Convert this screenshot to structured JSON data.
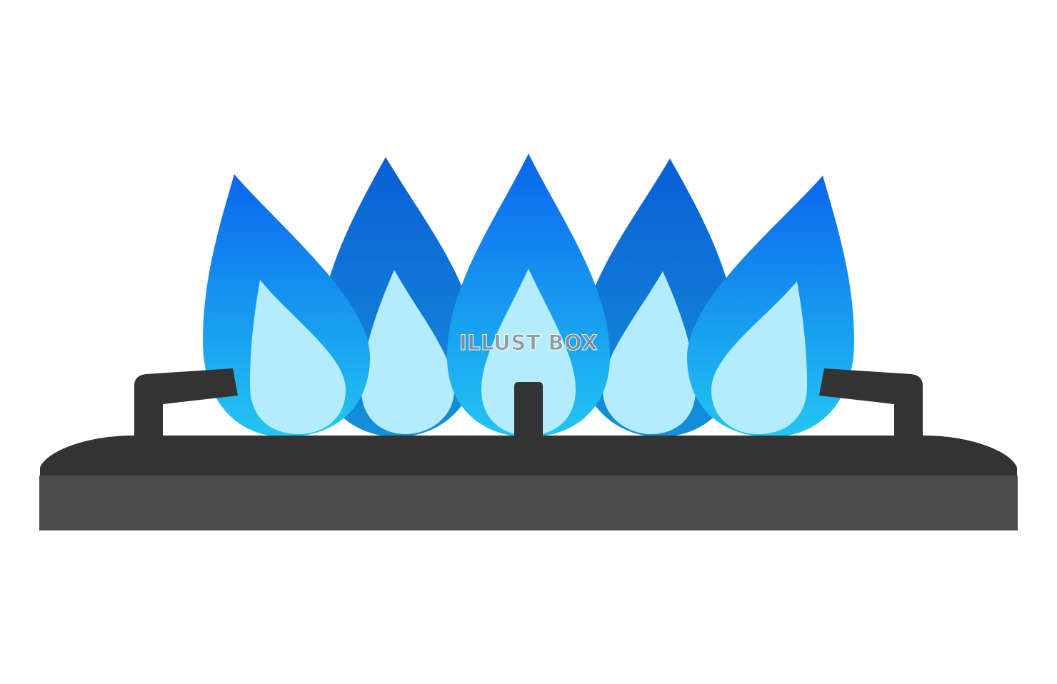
{
  "scene": {
    "subject": "gas-stove-burner",
    "flame_count": 5,
    "colors": {
      "background": "#ffffff",
      "flame_outer_top": "#0a66ee",
      "flame_outer_bottom": "#22c6f2",
      "flame_back_top": "#0a5fd6",
      "flame_back_bottom": "#1590d8",
      "flame_inner": "#b3ecfd",
      "stove_top": "#333333",
      "stove_front": "#4d4d4d",
      "grate": "#333333"
    }
  },
  "watermark": {
    "text": "ILLUST BOX"
  }
}
